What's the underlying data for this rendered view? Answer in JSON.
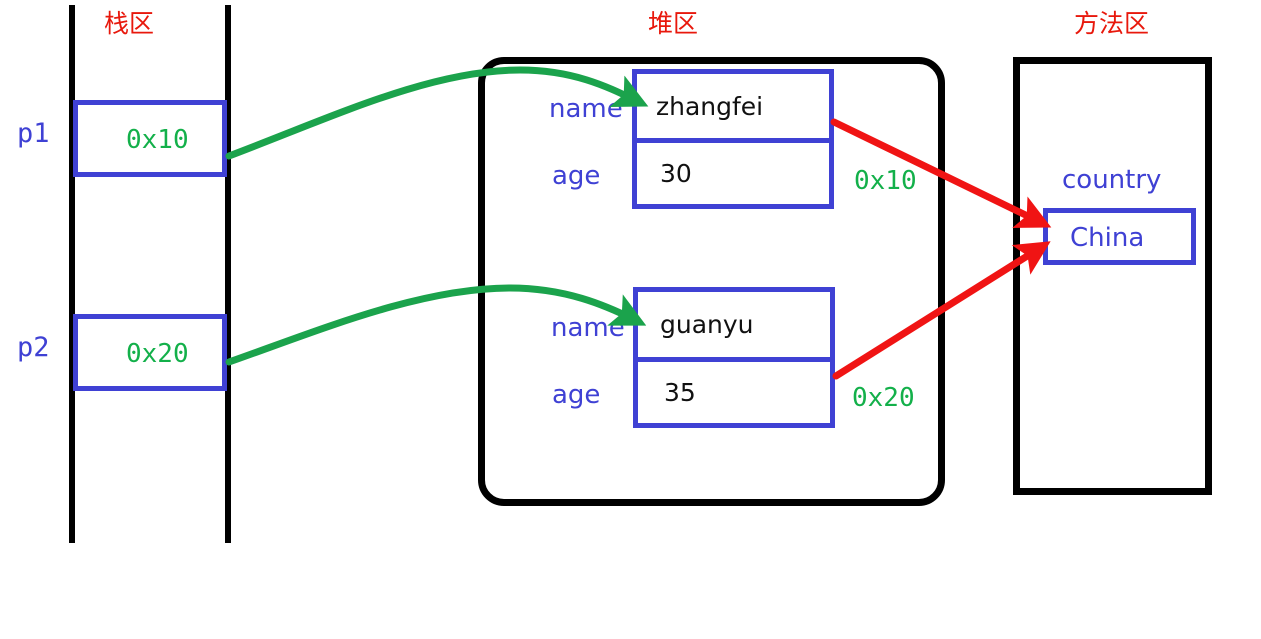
{
  "diagram": {
    "title_stack": "栈区",
    "title_heap": "堆区",
    "title_method": "方法区"
  },
  "stack": {
    "title": "栈区",
    "slots": [
      {
        "var_label": "p1",
        "value": "0x10"
      },
      {
        "var_label": "p2",
        "value": "0x20"
      }
    ]
  },
  "heap": {
    "title": "堆区",
    "objects": [
      {
        "field_labels": {
          "name": "name",
          "age": "age"
        },
        "name_value": "zhangfei",
        "age_value": "30",
        "address": "0x10"
      },
      {
        "field_labels": {
          "name": "name",
          "age": "age"
        },
        "name_value": "guanyu",
        "age_value": "35",
        "address": "0x20"
      }
    ]
  },
  "method_area": {
    "title": "方法区",
    "field_label": "country",
    "field_value": "China"
  },
  "arrows": {
    "stack_to_heap": [
      {
        "from": "p1",
        "to": "zhangfei-name",
        "color": "#1ba34c"
      },
      {
        "from": "p2",
        "to": "guanyu-name",
        "color": "#1ba34c"
      }
    ],
    "heap_to_method": [
      {
        "from": "zhangfei",
        "to": "China",
        "color": "#f01414"
      },
      {
        "from": "guanyu",
        "to": "China",
        "color": "#f01414"
      }
    ]
  },
  "colors": {
    "title_red": "#e8180c",
    "box_blue": "#3f41d4",
    "address_green": "#13b04a",
    "arrow_green": "#1ba34c",
    "arrow_red": "#f01414",
    "outline_black": "#000000"
  }
}
